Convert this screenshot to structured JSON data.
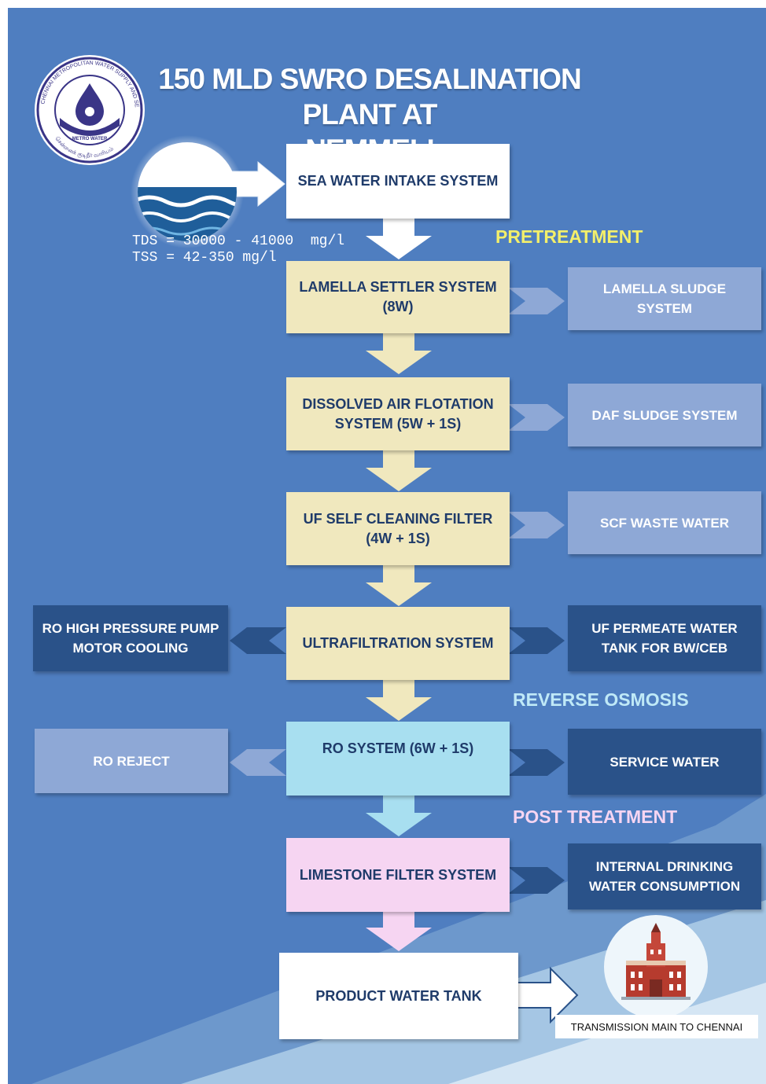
{
  "title": {
    "line1": "150 MLD SWRO DESALINATION PLANT AT",
    "line2": "NEMMELI"
  },
  "logo": {
    "org_name": "CHENNAI METROPOLITAN WATER SUPPLY AND SEWERAGE BOARD",
    "badge": "METRO WATER",
    "tamil_text": "சென்னைக் குடிநீர் வாரியம்"
  },
  "seawater": {
    "tds": "TDS = 30000 - 41000  mg/l",
    "tss": "TSS = 42-350 mg/l"
  },
  "sections": {
    "pretreatment": "PRETREATMENT",
    "reverse_osmosis": "REVERSE OSMOSIS",
    "post_treatment": "POST TREATMENT"
  },
  "main_flow": {
    "intake": "SEA WATER INTAKE SYSTEM",
    "lamella": "LAMELLA SETTLER SYSTEM (8W)",
    "daf": "DISSOLVED AIR FLOTATION SYSTEM (5W + 1S)",
    "uf_scf": "UF SELF CLEANING FILTER (4W + 1S)",
    "uf": "ULTRAFILTRATION SYSTEM",
    "ro": "RO SYSTEM (6W + 1S)",
    "limestone": "LIMESTONE FILTER SYSTEM",
    "product": "PRODUCT WATER TANK"
  },
  "side_outputs": {
    "lamella_sludge": "LAMELLA SLUDGE SYSTEM",
    "daf_sludge": "DAF SLUDGE SYSTEM",
    "scf_waste": "SCF WASTE WATER",
    "ro_hp_cooling": "RO HIGH PRESSURE PUMP MOTOR COOLING",
    "uf_permeate": "UF PERMEATE WATER TANK FOR BW/CEB",
    "ro_reject": "RO REJECT",
    "service_water": "SERVICE WATER",
    "internal_drinking": "INTERNAL DRINKING WATER CONSUMPTION"
  },
  "transmission": "TRANSMISSION MAIN TO CHENNAI",
  "colors": {
    "background": "#4f7ec0",
    "pretreatment_label": "#f3ef6a",
    "ro_label": "#bfe9f7",
    "post_label": "#f6d5f2",
    "pretreatment_box": "#f0e8be",
    "ro_box": "#a8dff0",
    "post_box": "#f6d5f2",
    "light_side": "#8ea8d6",
    "dark_side": "#2a5289"
  }
}
